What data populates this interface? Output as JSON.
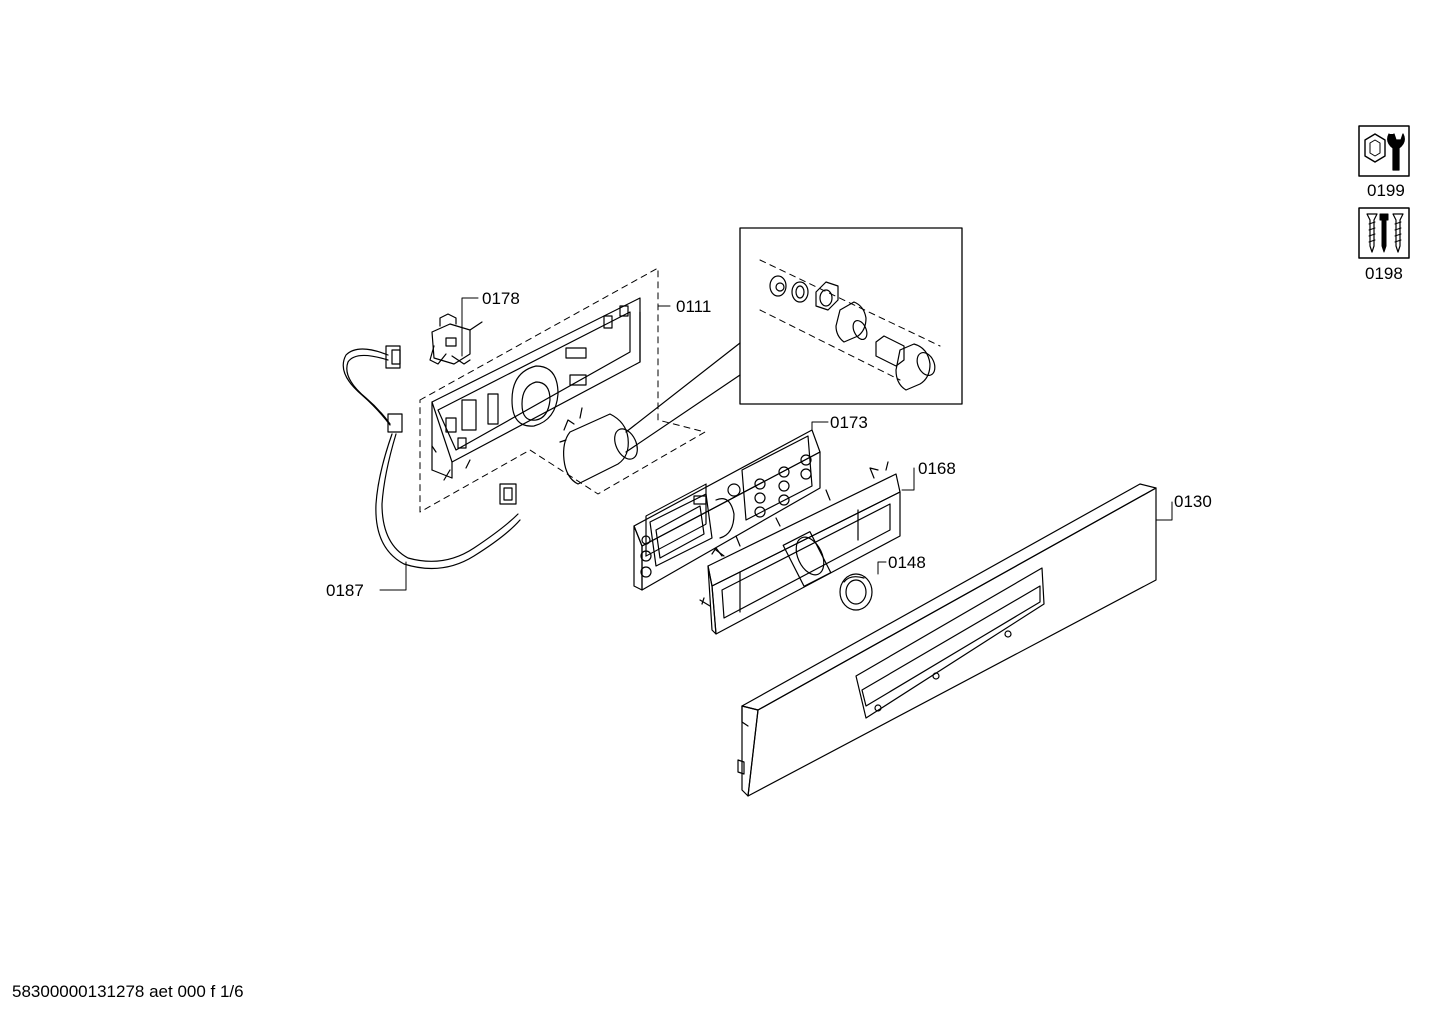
{
  "parts": {
    "p0178": "0178",
    "p0111": "0111",
    "p0173": "0173",
    "p0168": "0168",
    "p0130": "0130",
    "p0148": "0148",
    "p0187": "0187",
    "p0199": "0199",
    "p0198": "0198"
  },
  "icons": {
    "p0199": "wrench-nut-icon",
    "p0198": "screws-icon"
  },
  "footer": {
    "document_id": "58300000131278 aet 000 f 1/6"
  }
}
